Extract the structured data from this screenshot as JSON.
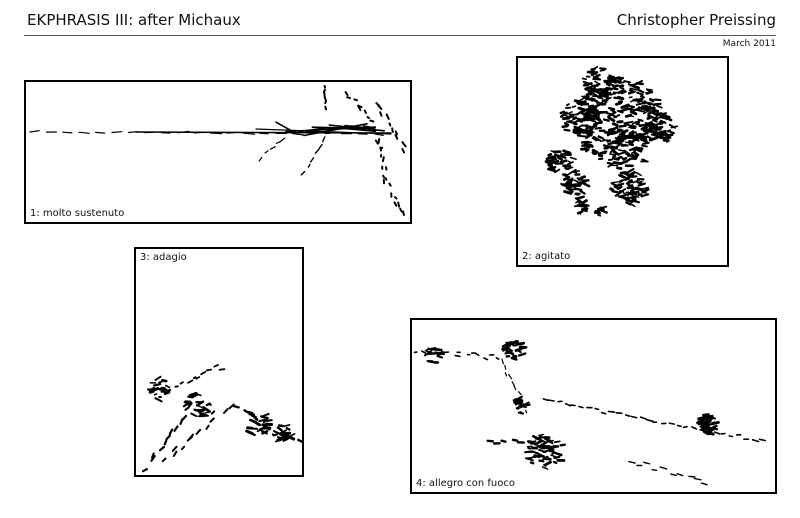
{
  "header": {
    "title": "EKPHRASIS III: after Michaux",
    "author": "Christopher Preissing",
    "date": "March 2011"
  },
  "panels": [
    {
      "caption": "1: molto sustenuto"
    },
    {
      "caption": "2: agitato"
    },
    {
      "caption": "3: adagio"
    },
    {
      "caption": "4: allegro con fuoco"
    }
  ],
  "colors": {
    "ink": "#000000",
    "paper": "#ffffff",
    "rule": "#555555"
  }
}
